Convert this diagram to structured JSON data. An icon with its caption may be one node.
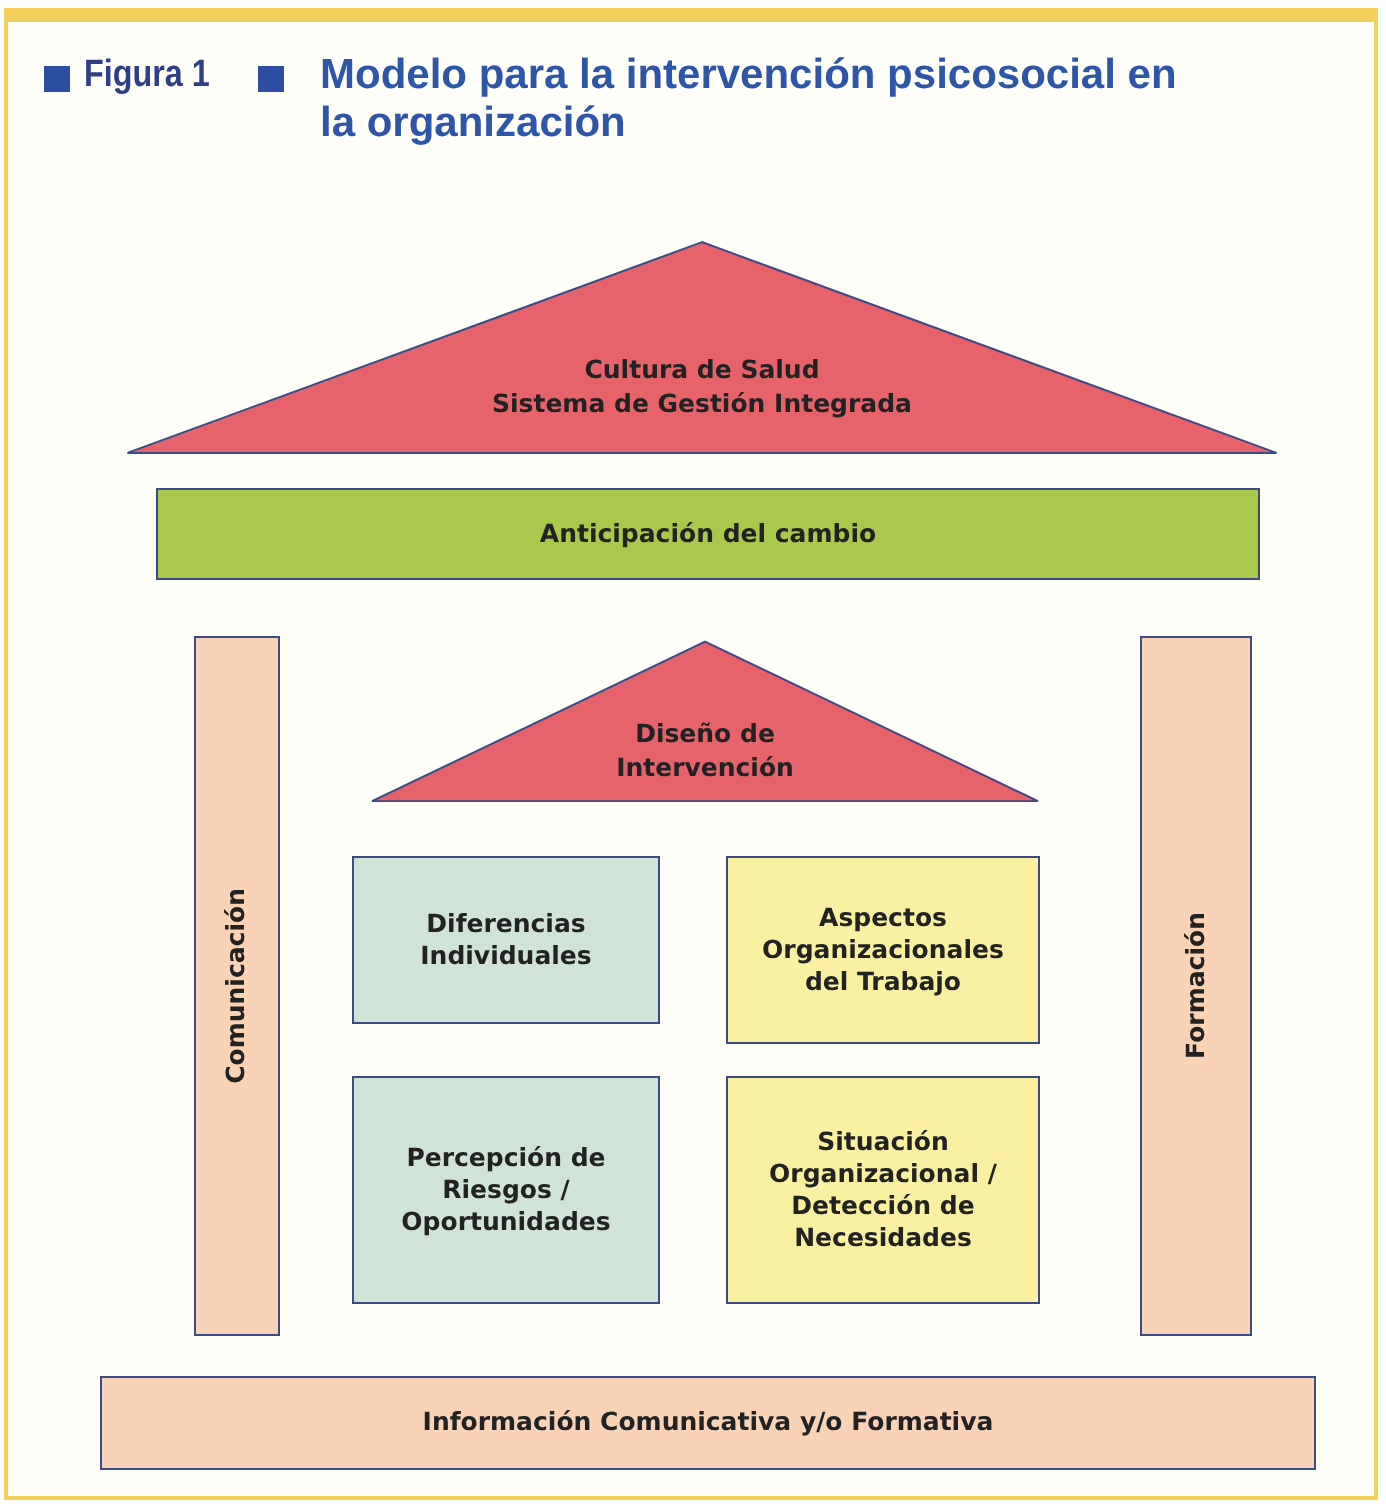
{
  "diagram": {
    "title": "Modelo para la intervención psicosocial en la organización",
    "nodes": [
      {
        "text": [
          "Cultura de Salud",
          "Sistema de Gestión Integrada"
        ]
      },
      {
        "text": [
          "Anticipación del cambio"
        ]
      },
      {
        "text": [
          "Comunicación"
        ]
      },
      {
        "text": [
          "Diseño de Intervención"
        ]
      },
      {
        "text": [
          "Diferencias Individuales"
        ]
      },
      {
        "text": [
          "Aspectos Organizacionales del Trabajo"
        ]
      },
      {
        "text": [
          "Percepción de Riesgos / Oportunidades"
        ]
      },
      {
        "text": [
          "Situación Organizacional / Detección de Necesidades"
        ]
      },
      {
        "text": [
          "Formación"
        ]
      },
      {
        "text": [
          "Información Comunicativa y/o Formativa"
        ]
      }
    ],
    "labels": [
      "Figura 1"
    ]
  }
}
